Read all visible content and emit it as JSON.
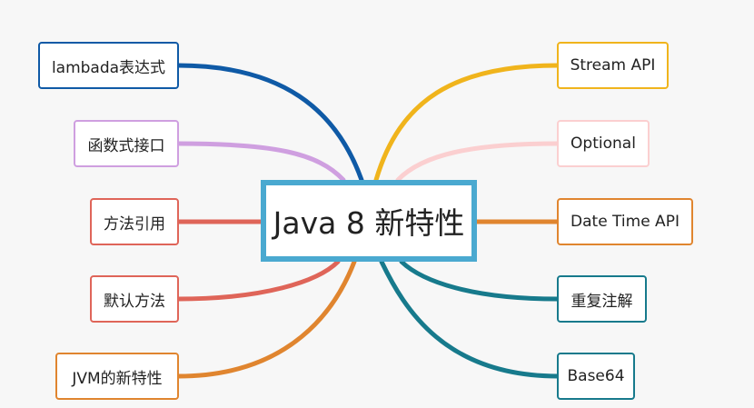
{
  "center": {
    "label": "Java 8 新特性",
    "color": "#4aa9d0"
  },
  "left_branches": [
    {
      "label": "lambada表达式",
      "color": "#0f5aa6"
    },
    {
      "label": "函数式接口",
      "color": "#cf9fe0"
    },
    {
      "label": "方法引用",
      "color": "#df6559"
    },
    {
      "label": "默认方法",
      "color": "#df6559"
    },
    {
      "label": "JVM的新特性",
      "color": "#e0852f"
    }
  ],
  "right_branches": [
    {
      "label": "Stream API",
      "color": "#f0b41c"
    },
    {
      "label": "Optional",
      "color": "#fbcfd0"
    },
    {
      "label": "Date Time API",
      "color": "#e0852f"
    },
    {
      "label": "重复注解",
      "color": "#177a8c"
    },
    {
      "label": "Base64",
      "color": "#177a8c"
    }
  ]
}
